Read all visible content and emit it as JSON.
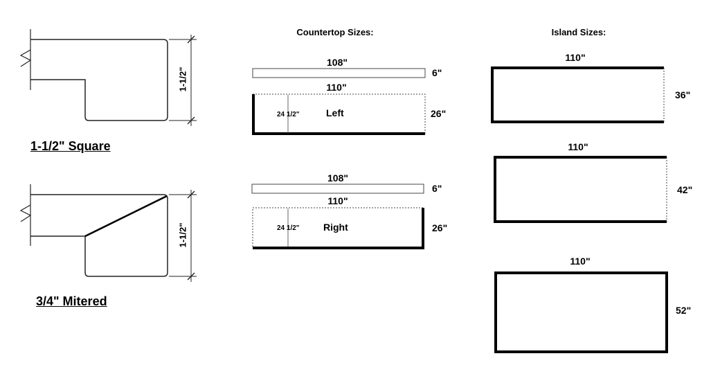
{
  "edges": {
    "square": {
      "caption": "1-1/2\" Square",
      "height_label": "1-1/2\""
    },
    "mitered": {
      "caption": "3/4\" Mitered",
      "height_label": "1-1/2\""
    }
  },
  "countertop": {
    "title": "Countertop Sizes:",
    "left": {
      "strip_width": "108\"",
      "strip_depth": "6\"",
      "width": "110\"",
      "inner_mark": "24 1/2\"",
      "side": "Left",
      "depth": "26\""
    },
    "right": {
      "strip_width": "108\"",
      "strip_depth": "6\"",
      "width": "110\"",
      "inner_mark": "24 1/2\"",
      "side": "Right",
      "depth": "26\""
    }
  },
  "island": {
    "title": "Island Sizes:",
    "items": [
      {
        "width": "110\"",
        "depth": "36\""
      },
      {
        "width": "110\"",
        "depth": "42\""
      },
      {
        "width": "110\"",
        "depth": "52\""
      }
    ]
  }
}
